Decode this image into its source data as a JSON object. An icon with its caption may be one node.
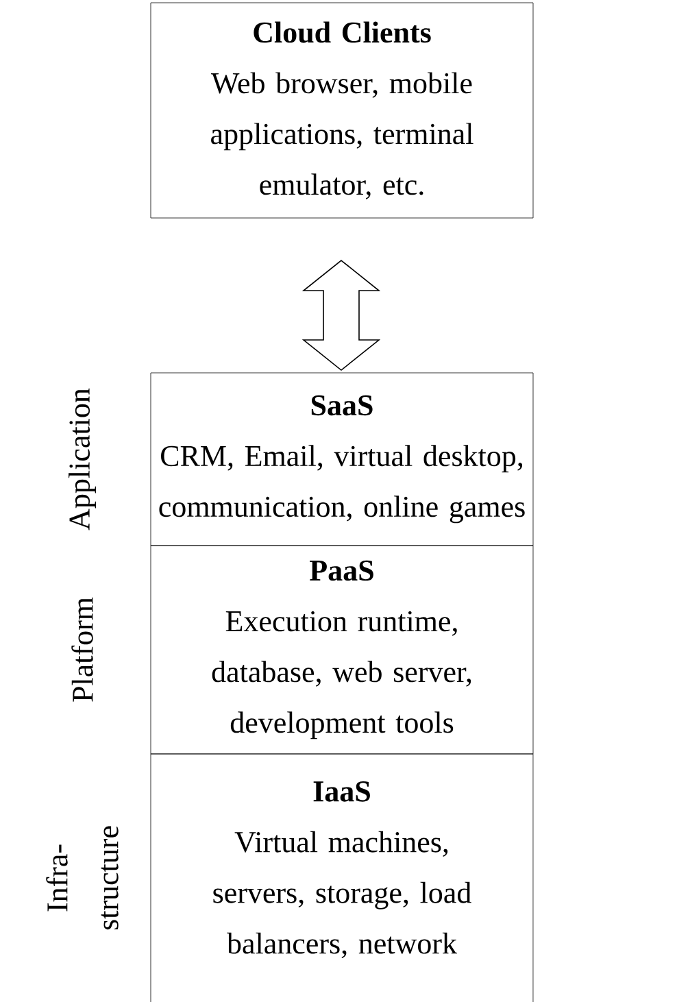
{
  "diagram": {
    "nodes": [
      {
        "text": [
          "Cloud Clients",
          "Web browser, mobile applications, terminal emulator, etc."
        ]
      },
      {
        "text": [
          "SaaS",
          "CRM, Email, virtual desktop, communication, online games"
        ],
        "beside": [
          "Application"
        ]
      },
      {
        "text": [
          "PaaS",
          "Execution runtime, database, web server, development tools"
        ],
        "beside": [
          "Platform"
        ]
      },
      {
        "text": [
          "IaaS",
          "Virtual machines, servers, storage, load balancers, network"
        ],
        "beside": [
          "Infra- structure"
        ]
      }
    ],
    "edges": [
      {
        "from": 0,
        "to": 1,
        "arrow": "both"
      }
    ]
  }
}
